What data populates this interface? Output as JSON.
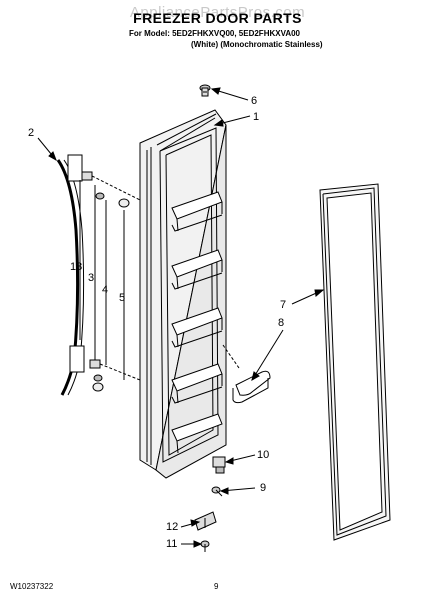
{
  "watermark": "AppliancePartsPros.com",
  "title": "FREEZER DOOR PARTS",
  "model_line": "For Model: 5ED2FHKXVQ00, 5ED2FHKXVA00",
  "variant_line": "(White) (Monochromatic Stainless)",
  "footer": {
    "doc_number": "W10237322",
    "page_number": "9"
  },
  "callouts": [
    "6",
    "1",
    "2",
    "13",
    "3",
    "4",
    "5",
    "7",
    "8",
    "10",
    "9",
    "12",
    "11"
  ]
}
